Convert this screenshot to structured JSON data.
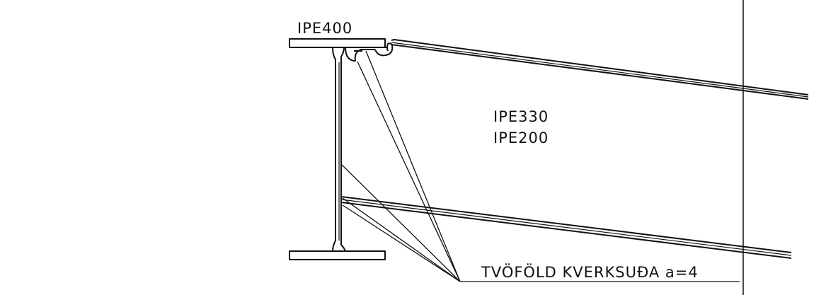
{
  "labels": {
    "column_profile": "IPE400",
    "beam_profile_1": "IPE330",
    "beam_profile_2": "IPE200",
    "weld_note": "TVÖFÖLD KVERKSUÐA a=4"
  },
  "colors": {
    "line": "#111111",
    "background": "#ffffff"
  }
}
